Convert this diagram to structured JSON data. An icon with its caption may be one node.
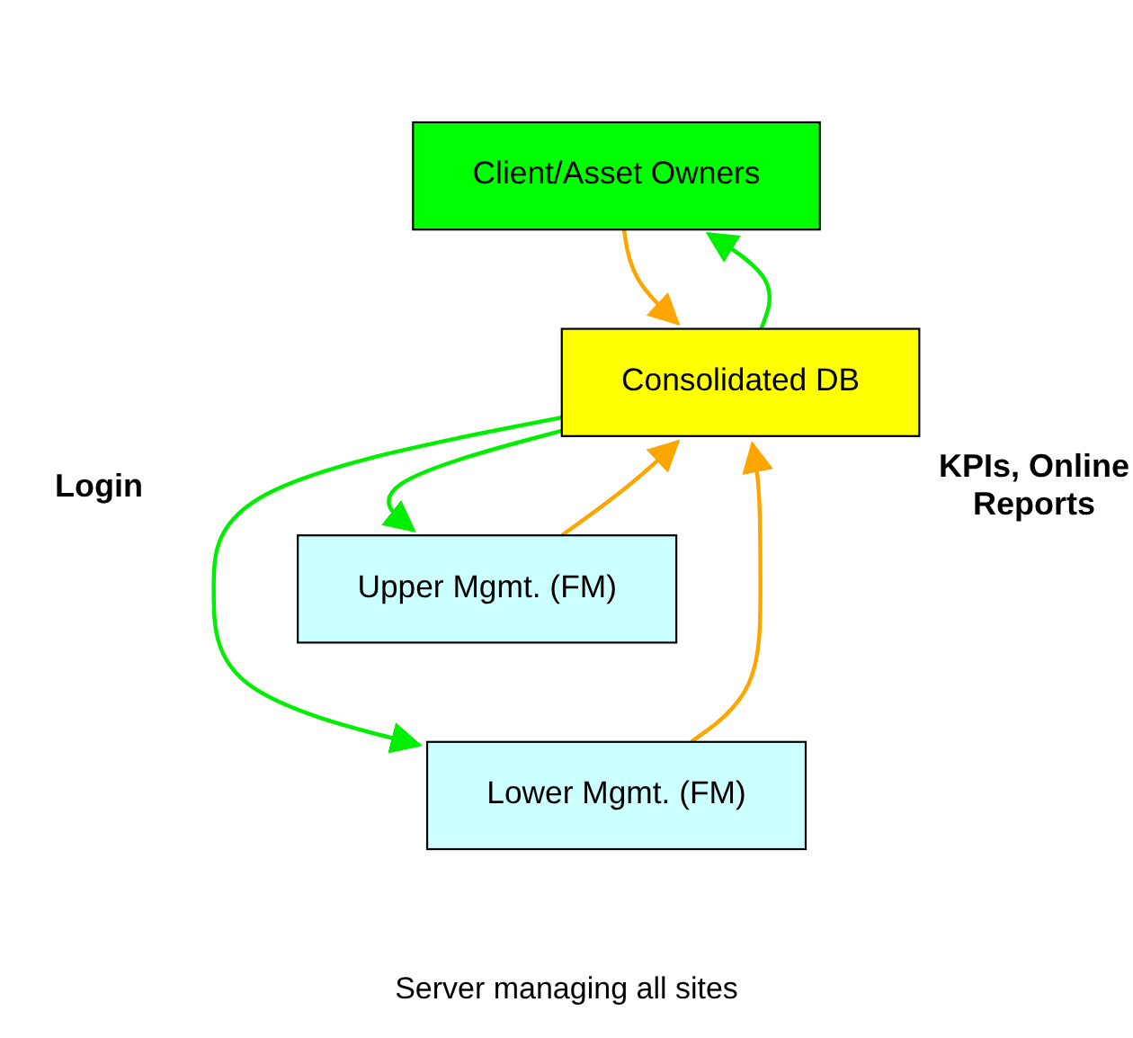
{
  "diagram": {
    "nodes": [
      {
        "text": [
          "Client/Asset Owners"
        ]
      },
      {
        "text": [
          "Upper Mgmt. (FM)"
        ]
      },
      {
        "text": [
          "Lower Mgmt. (FM)"
        ]
      },
      {
        "text": [
          "Consolidated DB"
        ]
      }
    ],
    "edges": [
      {
        "from": 0,
        "to": 3,
        "arrow": "to",
        "color": "#ffa500"
      },
      {
        "from": 1,
        "to": 3,
        "arrow": "to",
        "color": "#ffa500"
      },
      {
        "from": 2,
        "to": 3,
        "arrow": "to",
        "color": "#ffa500"
      },
      {
        "from": 3,
        "to": 0,
        "arrow": "to",
        "color": "#00ee00"
      },
      {
        "from": 3,
        "to": 1,
        "arrow": "to",
        "color": "#00ee00"
      },
      {
        "from": 3,
        "to": 2,
        "arrow": "to",
        "color": "#00ee00"
      }
    ],
    "labels": [
      "Login",
      "KPIs, Online Reports",
      "Server managing all sites"
    ]
  }
}
